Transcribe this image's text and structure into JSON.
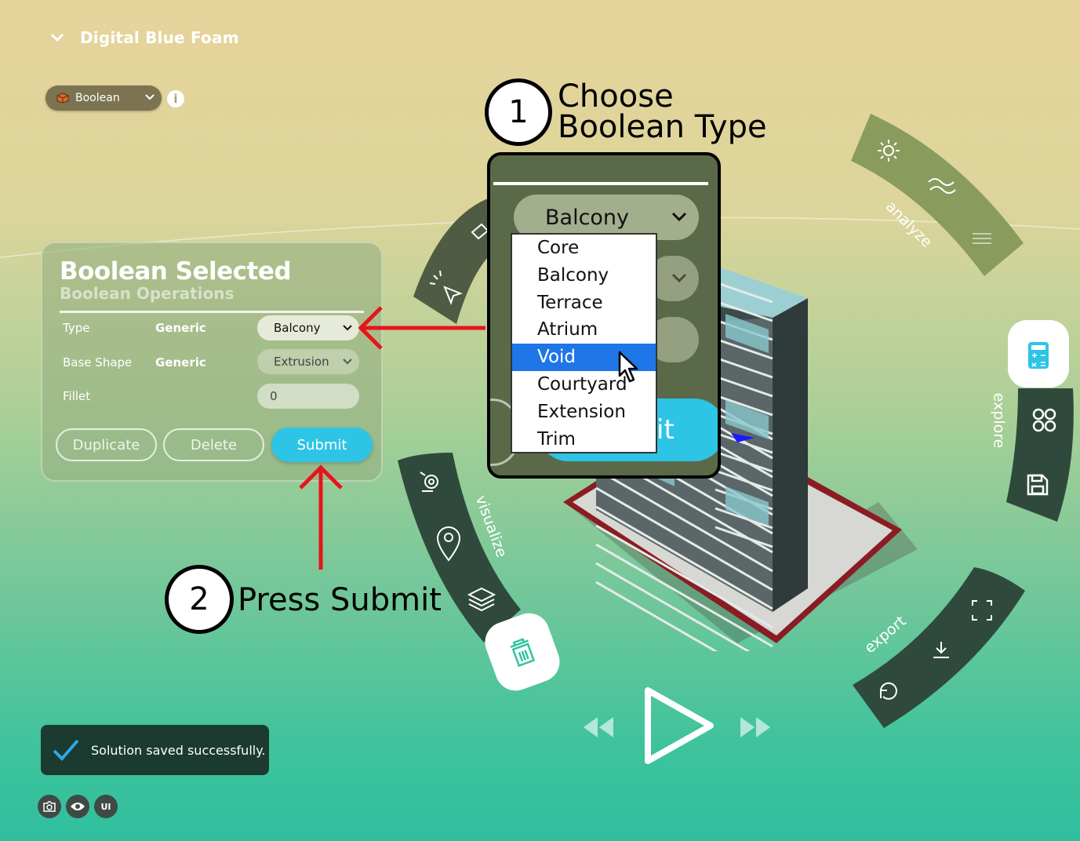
{
  "app": {
    "title": "Digital Blue Foam",
    "mode_select": "Boolean",
    "info": "i"
  },
  "panel": {
    "title": "Boolean Selected",
    "subtitle": "Boolean Operations",
    "rows": [
      {
        "label": "Type",
        "value": "Generic",
        "control": "Balcony"
      },
      {
        "label": "Base Shape",
        "value": "Generic",
        "control": "Extrusion"
      },
      {
        "label": "Fillet",
        "control": "0"
      }
    ],
    "buttons": {
      "duplicate": "Duplicate",
      "delete": "Delete",
      "submit": "Submit"
    }
  },
  "callouts": {
    "step1": {
      "number": "1",
      "line1": "Choose",
      "line2": "Boolean Type"
    },
    "step2": {
      "number": "2",
      "text": "Press Submit"
    }
  },
  "zoom": {
    "selected": "Balcony",
    "submit_fragment": "it",
    "options": [
      "Core",
      "Balcony",
      "Terrace",
      "Atrium",
      "Void",
      "Courtyard",
      "Extension",
      "Trim"
    ],
    "highlighted_option": "Void"
  },
  "toolbars": {
    "analyze": "analyze",
    "explore": "explore",
    "visualize": "visualize",
    "export": "export"
  },
  "toast": {
    "message": "Solution saved successfully."
  },
  "bottom_icons": {
    "ui": "UI"
  },
  "colors": {
    "accent": "#2ec4e6",
    "arrow": "#e8141b",
    "toolbar_dark": "#2f4a3c",
    "toolbar_olive": "#8a9b5e",
    "selected_option": "#1e76e8"
  }
}
